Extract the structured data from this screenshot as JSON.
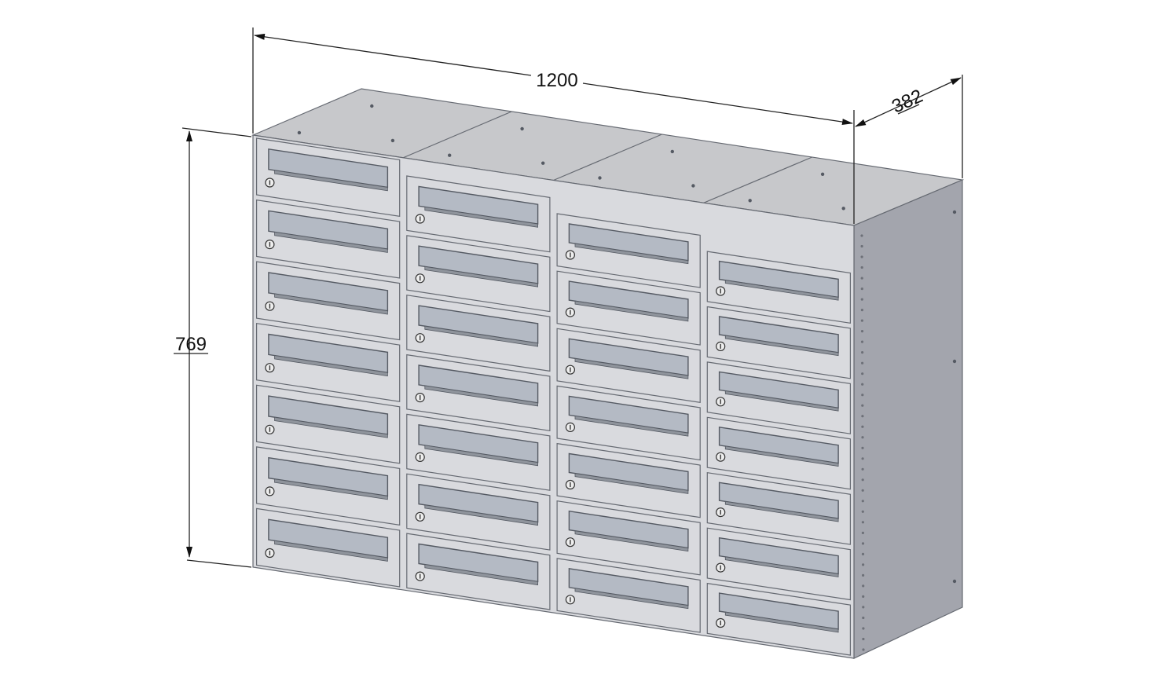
{
  "dimensions": {
    "width": "1200",
    "depth": "382",
    "height": "769"
  },
  "mailbox_grid": {
    "columns": 4,
    "rows": 7
  },
  "colors": {
    "front": "#d9dade",
    "top": "#c7c8cb",
    "side": "#a3a5ad",
    "slot": "#b4bac4",
    "edge": "#666a72"
  }
}
